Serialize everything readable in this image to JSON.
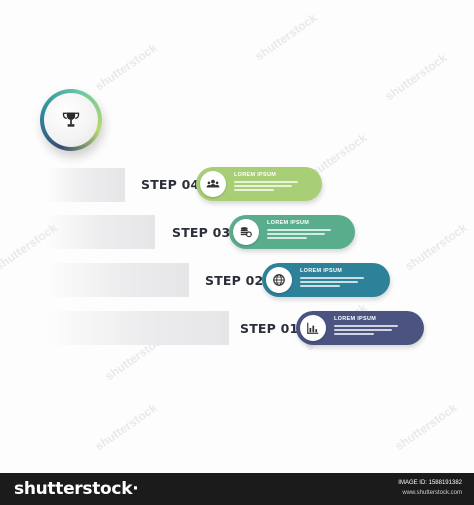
{
  "steps": [
    {
      "label": "STEP 04",
      "title": "LOREM IPSUM",
      "icon": "people-icon",
      "color": "#a8cf76"
    },
    {
      "label": "STEP 03",
      "title": "LOREM IPSUM",
      "icon": "coins-icon",
      "color": "#59ad8d"
    },
    {
      "label": "STEP 02",
      "title": "LOREM IPSUM",
      "icon": "globe-icon",
      "color": "#2d8299"
    },
    {
      "label": "STEP 01",
      "title": "LOREM IPSUM",
      "icon": "bar-chart-icon",
      "color": "#4b5480"
    }
  ],
  "trophy": {
    "icon": "trophy-icon"
  },
  "footer": {
    "logo": "shutterstock",
    "logo_suffix": "·",
    "image_id": "IMAGE ID: 1588191382",
    "site": "www.shutterstock.com"
  }
}
